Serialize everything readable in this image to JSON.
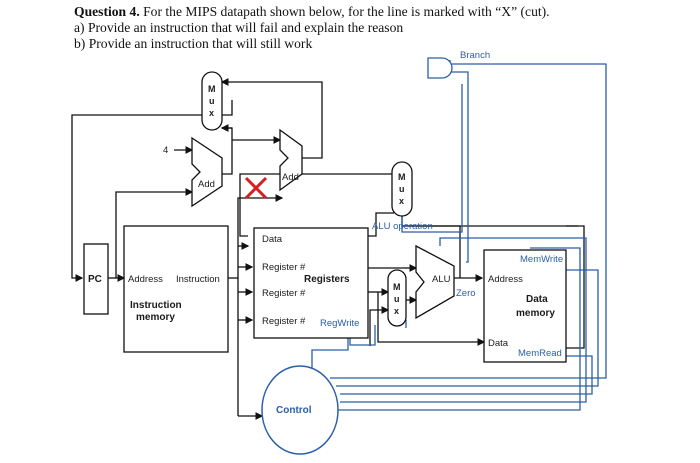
{
  "question": {
    "title_bold": "Question 4.",
    "title_rest": " For the MIPS datapath shown below, for the line is marked with “X” (cut).",
    "part_a": "a) Provide an instruction that will fail and explain the reason",
    "part_b": "b) Provide an instruction that will still work"
  },
  "diagram": {
    "branch": "Branch",
    "four": "4",
    "add1": "Add",
    "add2": "Add",
    "alu_operation": "ALU operation",
    "pc": "PC",
    "address": "Address",
    "instruction": "Instruction",
    "instr_mem_1": "Instruction",
    "instr_mem_2": "memory",
    "reg_data": "Data",
    "reg_num_1": "Register #",
    "registers": "Registers",
    "reg_num_2": "Register #",
    "reg_num_3": "Register #",
    "regwrite": "RegWrite",
    "alu": "ALU",
    "zero": "Zero",
    "memwrite": "MemWrite",
    "dm_address": "Address",
    "data_memory_1": "Data",
    "data_memory_2": "memory",
    "dm_data": "Data",
    "memread": "MemRead",
    "control": "Control",
    "mux_m": "M",
    "mux_u": "u",
    "mux_x": "x",
    "cut_mark": "X"
  },
  "colors": {
    "wire": "#111111",
    "control_wire": "#2a5fa8",
    "control_text": "#2a5fa8",
    "cut": "#d42020"
  }
}
